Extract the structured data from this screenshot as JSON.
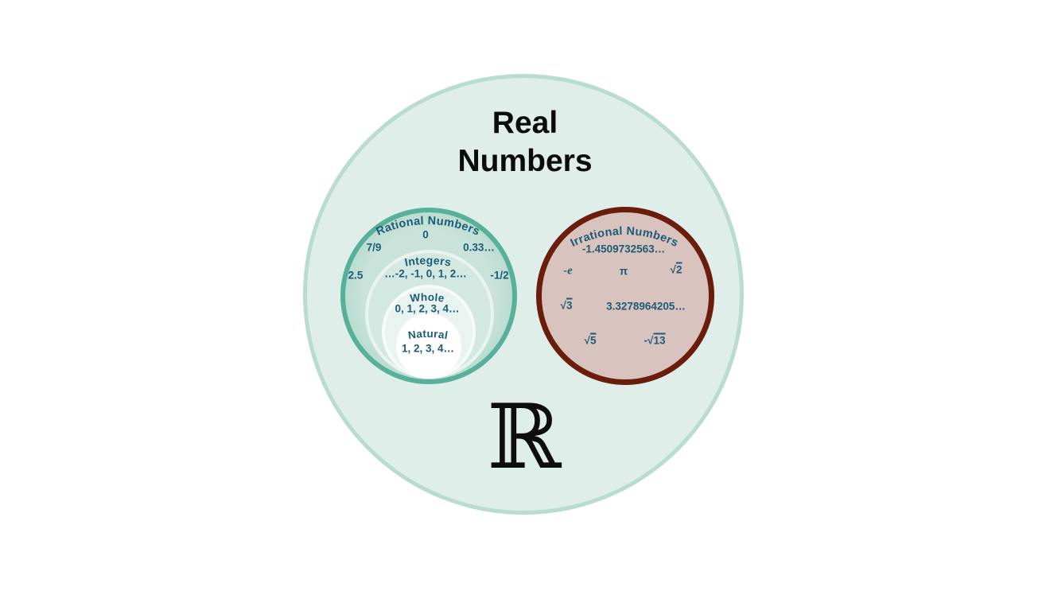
{
  "diagram": {
    "title_line1": "Real",
    "title_line2": "Numbers",
    "real_symbol": "ℝ",
    "colors": {
      "real_fill": "#e0eeea",
      "real_border": "#b9dcd2",
      "rational_fill": "#b9dcd1",
      "rational_border": "#57b09a",
      "integers_fill": "#d3e8e0",
      "whole_fill": "#e9f3ef",
      "natural_fill": "#ffffff",
      "irrational_fill": "#d9c3bf",
      "irrational_border": "#6b1d0c",
      "label_text": "#1c5b76",
      "title_text": "#0b0b0b"
    },
    "rational": {
      "label": "Rational Numbers",
      "items": {
        "zero": "0",
        "seven_ninths": "7/9",
        "point_33": "0.33…",
        "two_point_five": "2.5",
        "neg_one_half": "-1/2"
      },
      "integers": {
        "label": "Integers",
        "values": "…-2, -1, 0, 1, 2…"
      },
      "whole": {
        "label": "Whole",
        "values": "0, 1, 2, 3, 4…"
      },
      "natural": {
        "label": "Natural",
        "values": "1, 2, 3, 4…"
      }
    },
    "irrational": {
      "label": "Irrational Numbers",
      "items": [
        {
          "text": "-1.4509732563…"
        },
        {
          "text": "-e"
        },
        {
          "text": "π"
        },
        {
          "pre": "√",
          "rad": "2"
        },
        {
          "pre": "√",
          "rad": "3"
        },
        {
          "text": "3.3278964205…"
        },
        {
          "pre": "√",
          "rad": "5"
        },
        {
          "pre": "-√",
          "rad": "13"
        }
      ]
    }
  }
}
